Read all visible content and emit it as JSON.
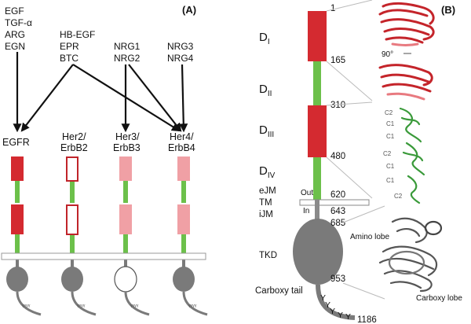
{
  "panels": {
    "a": "(A)",
    "b": "(B)"
  },
  "ligands": [
    {
      "lines": [
        "EGF",
        "TGF-α",
        "ARG",
        "EGN"
      ]
    },
    {
      "lines": [
        "HB-EGF",
        "EPR",
        "BTC"
      ]
    },
    {
      "lines": [
        "NRG1",
        "NRG2"
      ]
    },
    {
      "lines": [
        "NRG3",
        "NRG4"
      ]
    }
  ],
  "receptors": [
    {
      "lines": [
        "EGFR"
      ],
      "fill": "#d42a30",
      "kinase": "active"
    },
    {
      "lines": [
        "Her2/",
        "ErbB2"
      ],
      "fill": "outline",
      "kinase": "active"
    },
    {
      "lines": [
        "Her3/",
        "ErbB3"
      ],
      "fill": "#f0a0a5",
      "kinase": "inactive"
    },
    {
      "lines": [
        "Her4/",
        "ErbB4"
      ],
      "fill": "#f0a0a5",
      "kinase": "active"
    }
  ],
  "domains": {
    "d1": "D",
    "d1_sub": "I",
    "d2": "D",
    "d2_sub": "II",
    "d3": "D",
    "d3_sub": "III",
    "d4": "D",
    "d4_sub": "IV"
  },
  "regions": {
    "ejm": "eJM",
    "tm": "TM",
    "ijm": "iJM",
    "tkd": "TKD",
    "tail": "Carboxy tail",
    "out": "Out",
    "in": "In"
  },
  "residues": [
    "1",
    "165",
    "310",
    "480",
    "620",
    "643",
    "685",
    "953",
    "1186"
  ],
  "structure_labels": {
    "rotation": "90°",
    "amino_lobe": "Amino lobe",
    "carboxy_lobe": "Carboxy lobe",
    "c1": "C1",
    "c2": "C2"
  },
  "tyrosine": "Y",
  "colors": {
    "red": "#d42a30",
    "pink": "#f0a0a5",
    "green": "#6cc04a",
    "gray": "#7a7a7a",
    "membrane": "#ffffff"
  }
}
